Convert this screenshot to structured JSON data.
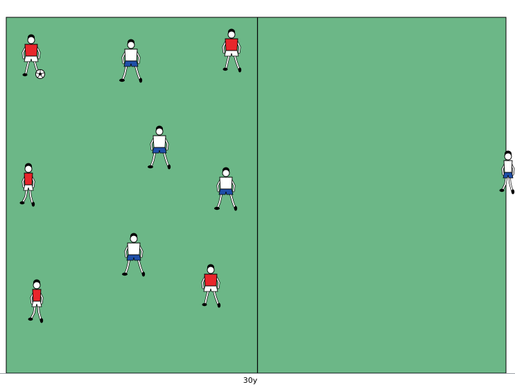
{
  "pitch": {
    "field_color": "#6cb787",
    "line_color": "#000000",
    "dimension_label": "30y"
  },
  "team_colors": {
    "red": {
      "shirt": "#e8262b",
      "shorts": "#ffffff",
      "socks": "#ffffff"
    },
    "white": {
      "shirt": "#ffffff",
      "shorts": "#1f4fa8",
      "socks": "#ffffff"
    }
  },
  "players": [
    {
      "team": "red",
      "pose": "dribble",
      "has_ball": true
    },
    {
      "team": "white",
      "pose": "ready",
      "has_ball": false
    },
    {
      "team": "red",
      "pose": "run",
      "has_ball": false
    },
    {
      "team": "white",
      "pose": "ready",
      "has_ball": false
    },
    {
      "team": "red",
      "pose": "side",
      "has_ball": false
    },
    {
      "team": "white",
      "pose": "ready",
      "has_ball": false
    },
    {
      "team": "white",
      "pose": "ready",
      "has_ball": false
    },
    {
      "team": "red",
      "pose": "side",
      "has_ball": false
    },
    {
      "team": "red",
      "pose": "run",
      "has_ball": false
    },
    {
      "team": "white",
      "pose": "side",
      "has_ball": false
    }
  ]
}
